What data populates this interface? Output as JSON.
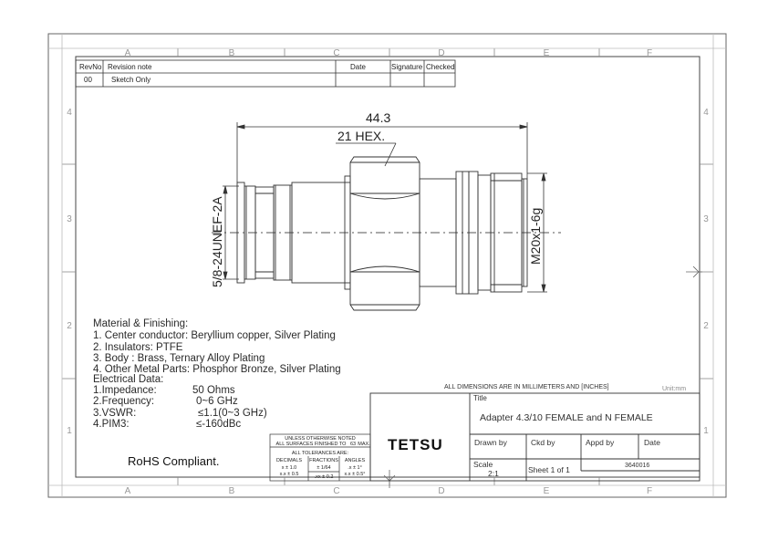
{
  "zone_letters": [
    "A",
    "B",
    "C",
    "D",
    "E",
    "F"
  ],
  "zone_numbers": [
    "4",
    "3",
    "2",
    "1"
  ],
  "revision_table": {
    "headers": [
      "RevNo",
      "Revision note",
      "Date",
      "Signature",
      "Checked"
    ],
    "rows": [
      [
        "00",
        "Sketch Only",
        "",
        "",
        ""
      ]
    ]
  },
  "dimensions": {
    "overall_length": "44.3",
    "hex": "21 HEX.",
    "left_thread": "5/8-24UNEF-2A",
    "right_thread": "M20x1-6g"
  },
  "notes": {
    "materials_title": "Material & Finishing:",
    "materials": [
      "1. Center conductor: Beryllium copper, Silver Plating",
      "2. Insulators: PTFE",
      "3. Body : Brass, Ternary Alloy Plating",
      "4. Other Metal Parts: Phosphor Bronze, Silver Plating"
    ],
    "electrical_title": "Electrical Data:",
    "electrical": [
      {
        "label": "1.Impedance:",
        "value": "50 Ohms"
      },
      {
        "label": "2.Frequency:",
        "value": "0~6 GHz"
      },
      {
        "label": "3.VSWR:",
        "value": "≤1.1(0~3 GHz)"
      },
      {
        "label": "4.PIM3:",
        "value": "≤-160dBc"
      }
    ],
    "rohs": "RoHS Compliant."
  },
  "tolerance_block": {
    "line1": "UNLESS OTHERWISE NOTED",
    "line2": "ALL SURFACES FINISHED TO",
    "finish": "63",
    "finish_unit": "MAX.",
    "line3": "ALL TOLERANCES ARE:",
    "col_headers": [
      "DECIMALS",
      "FRACTIONS",
      "ANGLES"
    ],
    "row1": [
      "x ± 1.0",
      "± 1/64",
      ".x ± 1°"
    ],
    "row2": [
      "x.x ± 0.5",
      ".xx ± 0.2",
      "x.x ± 0.5°"
    ]
  },
  "title_block": {
    "units_note": "ALL DIMENSIONS ARE IN MILLIMETERS AND [INCHES]",
    "unit_tag": "Unit:mm",
    "title_label": "Title",
    "title": "Adapter 4.3/10 FEMALE and N FEMALE",
    "company": "TETSU",
    "drawn_by": "Drawn by",
    "ckd_by": "Ckd by",
    "appd_by": "Appd by",
    "date": "Date",
    "scale_label": "Scale",
    "scale": "2:1",
    "sheet": "Sheet 1 of 1",
    "drawing_no": "3640016"
  },
  "colors": {
    "line": "#3a3a3a",
    "frame": "#555555",
    "text": "#2a2a2a",
    "zone": "#999999"
  }
}
